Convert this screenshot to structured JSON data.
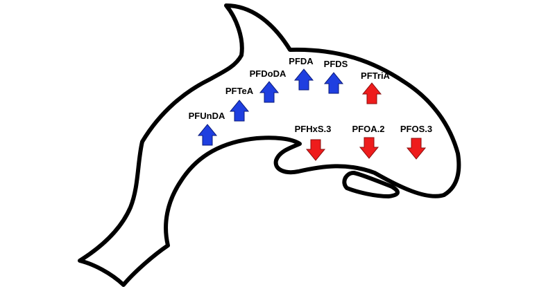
{
  "colors": {
    "outline": "#000000",
    "fill": "#ffffff",
    "up": "#1f3fe0",
    "down": "#ee1c1c"
  },
  "compounds": [
    {
      "key": "pfunda",
      "label": "PFUnDA",
      "trend": "up"
    },
    {
      "key": "pftea",
      "label": "PFTeA",
      "trend": "up"
    },
    {
      "key": "pfdoda",
      "label": "PFDoDA",
      "trend": "up"
    },
    {
      "key": "pfda",
      "label": "PFDA",
      "trend": "up"
    },
    {
      "key": "pfds",
      "label": "PFDS",
      "trend": "up"
    },
    {
      "key": "pftria",
      "label": "PFTriA",
      "trend": "up"
    },
    {
      "key": "pfhxs3",
      "label": "PFHxS.3",
      "trend": "down"
    },
    {
      "key": "pfoa2",
      "label": "PFOA.2",
      "trend": "down"
    },
    {
      "key": "pfos3",
      "label": "PFOS.3",
      "trend": "down"
    }
  ]
}
